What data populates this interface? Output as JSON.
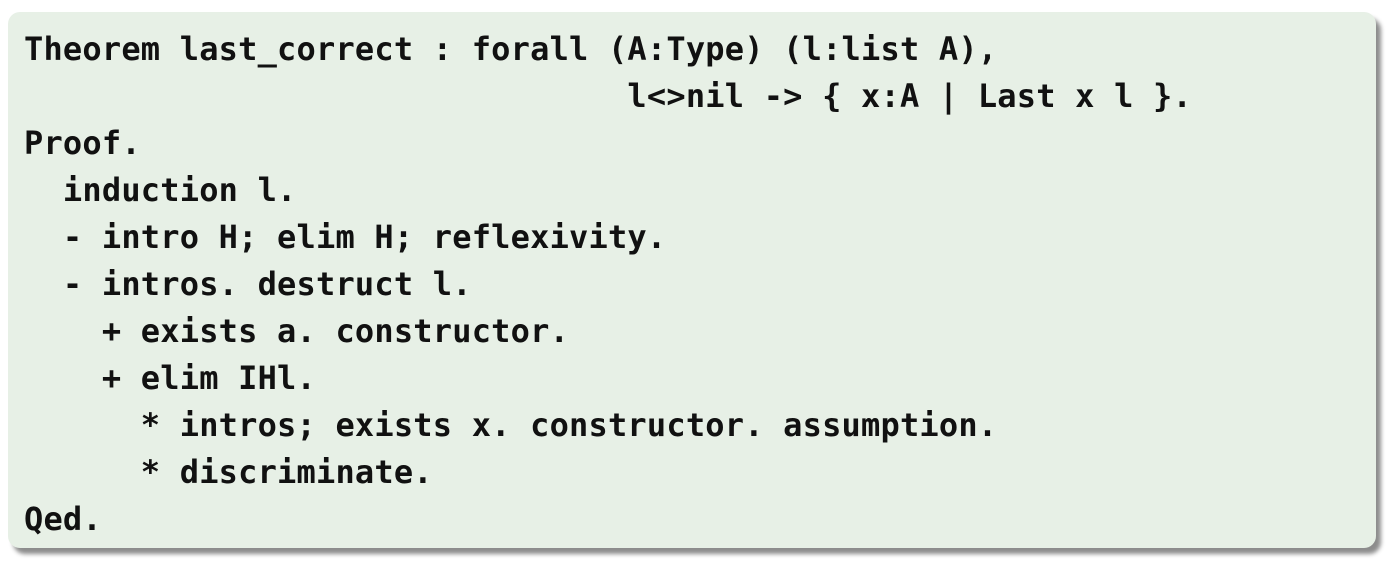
{
  "code": {
    "lines": [
      "Theorem last_correct : forall (A:Type) (l:list A),",
      "                               l<>nil -> { x:A | Last x l }.",
      "Proof.",
      "  induction l.",
      "  - intro H; elim H; reflexivity.",
      "  - intros. destruct l.",
      "    + exists a. constructor.",
      "    + elim IHl.",
      "      * intros; exists x. constructor. assumption.",
      "      * discriminate.",
      "Qed."
    ]
  }
}
